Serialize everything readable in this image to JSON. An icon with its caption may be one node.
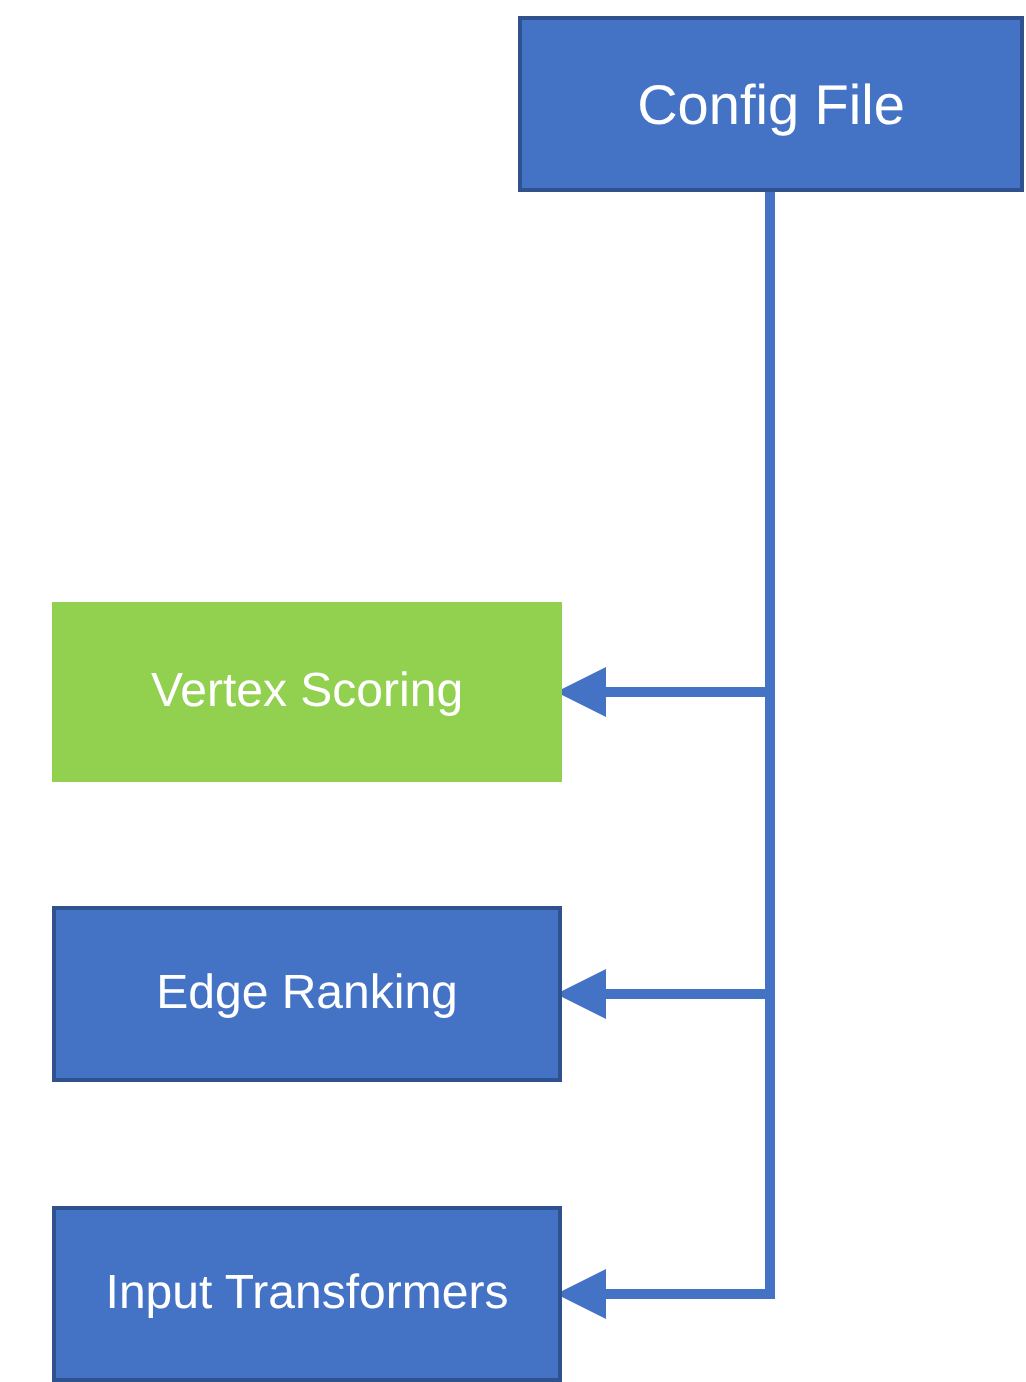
{
  "diagram": {
    "nodes": [
      {
        "text": [
          "Config File"
        ]
      },
      {
        "text": [
          "Vertex Scoring"
        ]
      },
      {
        "text": [
          "Edge Ranking"
        ]
      },
      {
        "text": [
          "Input Transformers"
        ]
      }
    ],
    "edges": [
      {
        "from": 0,
        "to": 1,
        "arrow": "to"
      },
      {
        "from": 0,
        "to": 2,
        "arrow": "to"
      },
      {
        "from": 0,
        "to": 3,
        "arrow": "to"
      }
    ]
  }
}
